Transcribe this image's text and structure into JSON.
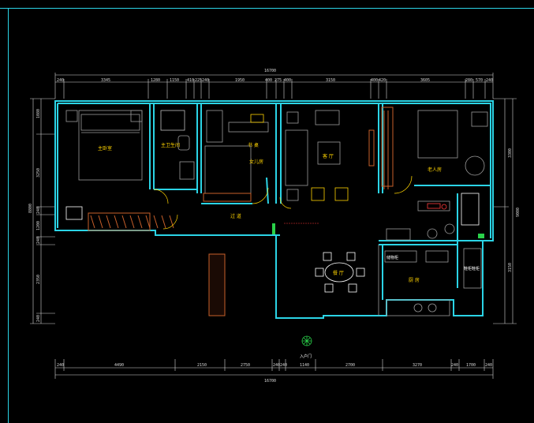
{
  "canvas": {
    "background": "#000000",
    "frame_color": "#2bd4e6"
  },
  "colors": {
    "wall": "#2bd4e6",
    "dim": "#d8d8d8",
    "furniture": "#9b9b9b",
    "wood": "#c8602a",
    "label": "#ffd400",
    "accent_green": "#2ad14a",
    "accent_red": "#ff3b3b"
  },
  "dimensions": {
    "overall_top": "16700",
    "overall_bottom": "16700",
    "top_segments": [
      "240",
      "3345",
      "1280",
      "1150",
      "410",
      "225",
      "240",
      "1950",
      "400",
      "275",
      "400",
      "3150",
      "400",
      "420",
      "3605",
      "280",
      "570",
      "240"
    ],
    "bottom_segments": [
      "240",
      "4490",
      "2150",
      "2750",
      "240",
      "240",
      "1140",
      "2700",
      "3270",
      "240",
      "1700",
      "240"
    ],
    "left_segments": [
      "1080",
      "3250",
      "240",
      "1200",
      "240",
      "2350",
      "240"
    ],
    "right_segments": [
      "3300",
      "3150"
    ],
    "left_total": "8800",
    "right_total": "9000"
  },
  "rooms": {
    "master_bedroom": "主卧室",
    "master_bath": "主卫生间",
    "daughter_room": "女儿房",
    "living_room": "客 厅",
    "elder_room": "老人房",
    "corridor": "过 道",
    "dining_room": "餐 厅",
    "kitchen": "厨 房",
    "entrance": "入户门",
    "study_corner": "书 桌",
    "cabinet_a": "储物柜",
    "cabinet_b": "鞋柜鞋柜"
  }
}
